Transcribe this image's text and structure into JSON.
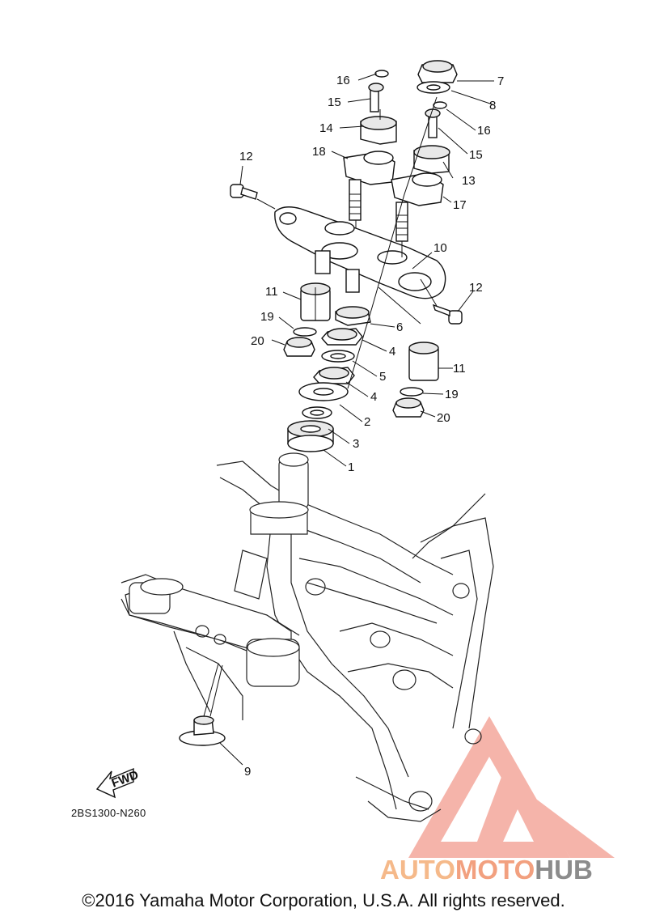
{
  "callouts": {
    "p1": "1",
    "p2": "2",
    "p3": "3",
    "p4a": "4",
    "p4b": "4",
    "p5": "5",
    "p6": "6",
    "p7": "7",
    "p8": "8",
    "p9": "9",
    "p10": "10",
    "p11a": "11",
    "p11b": "11",
    "p12a": "12",
    "p12b": "12",
    "p13": "13",
    "p14": "14",
    "p15a": "15",
    "p15b": "15",
    "p16a": "16",
    "p16b": "16",
    "p17": "17",
    "p18": "18",
    "p19a": "19",
    "p19b": "19",
    "p20a": "20",
    "p20b": "20"
  },
  "fwd_label": "FWD",
  "diagram_code": "2BS1300-N260",
  "copyright": "©2016 Yamaha Motor Corporation, U.S.A. All rights reserved.",
  "watermark": {
    "part1": "AUTO",
    "part2": "MOTO",
    "part3": "HUB",
    "colors": {
      "auto": "#f5b98a",
      "moto": "#f2a07f",
      "hub": "#8c8c8c",
      "logo": "#f29b8e"
    }
  }
}
